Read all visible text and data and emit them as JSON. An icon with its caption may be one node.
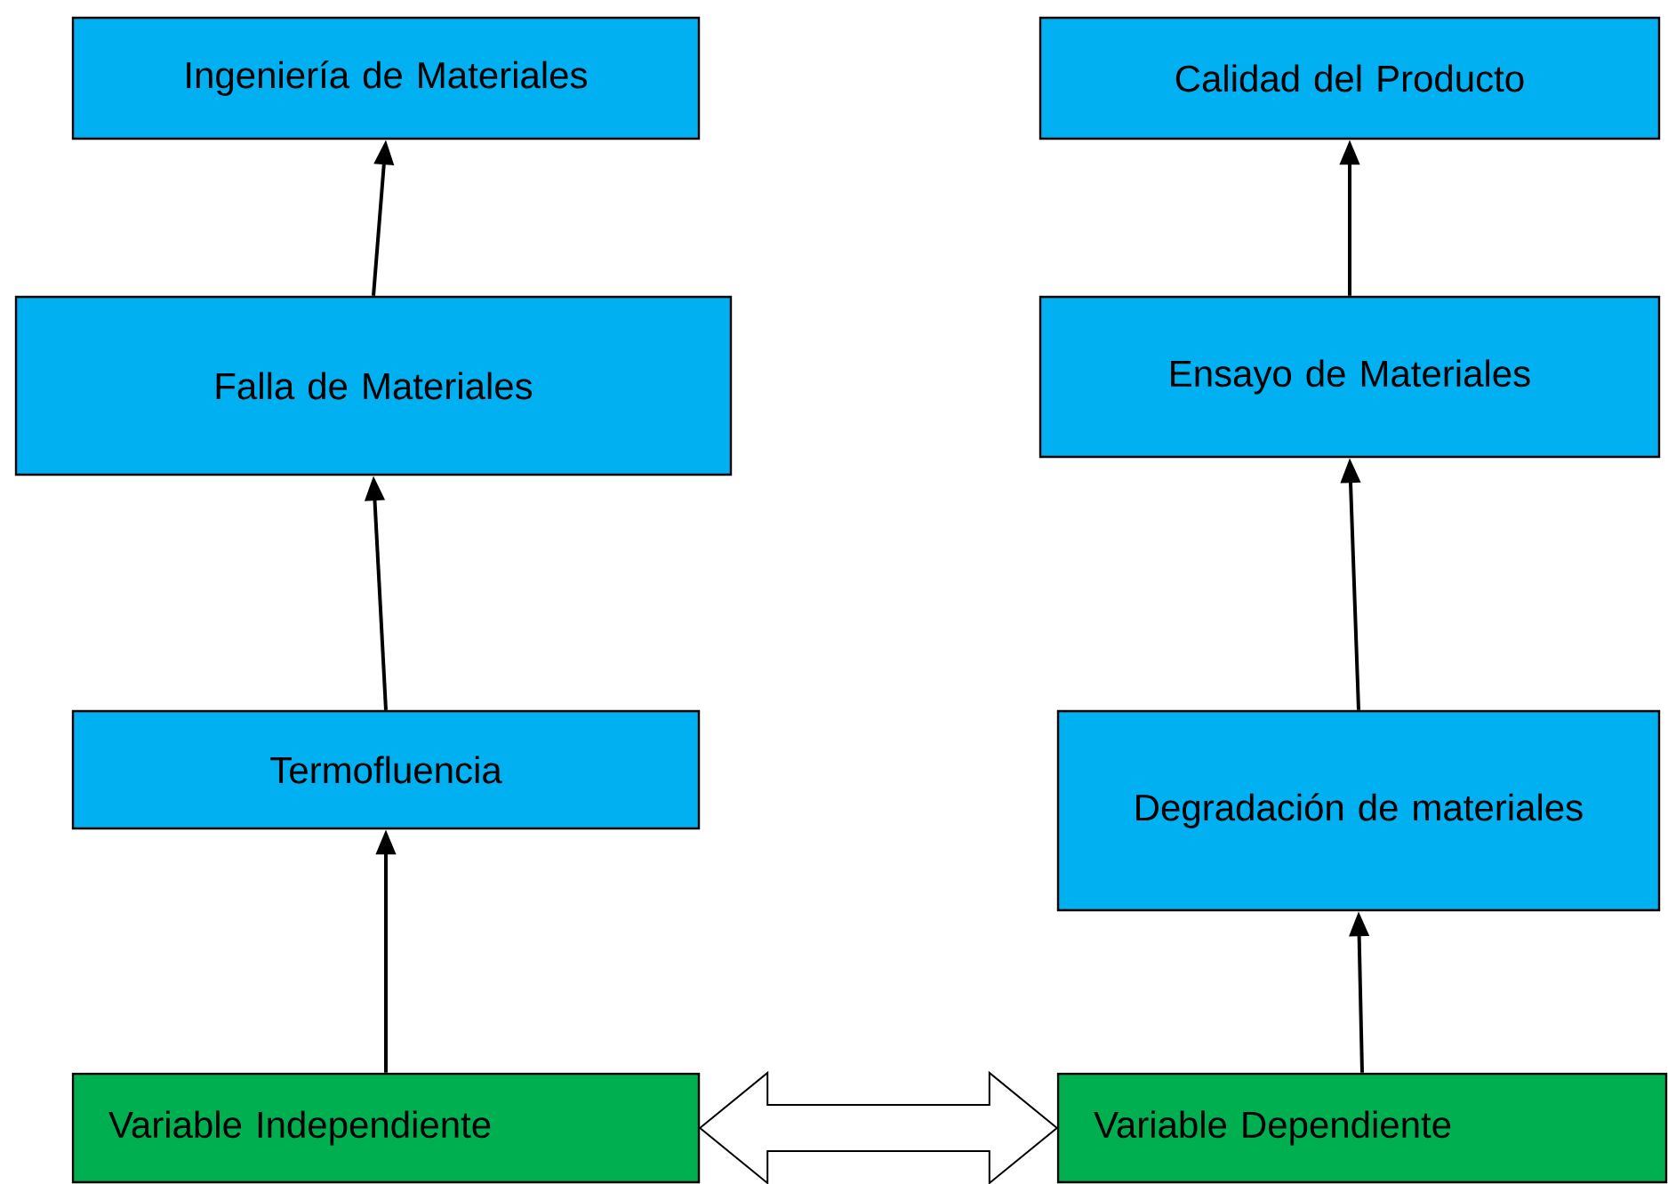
{
  "diagram": {
    "nodes": [
      {
        "text": [
          "Ingeniería de Materiales"
        ]
      },
      {
        "text": [
          "Calidad del Producto"
        ]
      },
      {
        "text": [
          "Falla de Materiales"
        ]
      },
      {
        "text": [
          "Ensayo de Materiales"
        ]
      },
      {
        "text": [
          "Termofluencia"
        ]
      },
      {
        "text": [
          "Degradación de materiales"
        ]
      },
      {
        "text": [
          "Variable Independiente"
        ]
      },
      {
        "text": [
          "Variable Dependiente"
        ]
      }
    ],
    "edges": [
      {
        "from": 2,
        "to": 0,
        "arrow": "to"
      },
      {
        "from": 4,
        "to": 2,
        "arrow": "to"
      },
      {
        "from": 6,
        "to": 4,
        "arrow": "to"
      },
      {
        "from": 3,
        "to": 1,
        "arrow": "to"
      },
      {
        "from": 5,
        "to": 3,
        "arrow": "to"
      },
      {
        "from": 7,
        "to": 5,
        "arrow": "to"
      },
      {
        "from": 6,
        "to": 7,
        "arrow": "both"
      }
    ]
  }
}
